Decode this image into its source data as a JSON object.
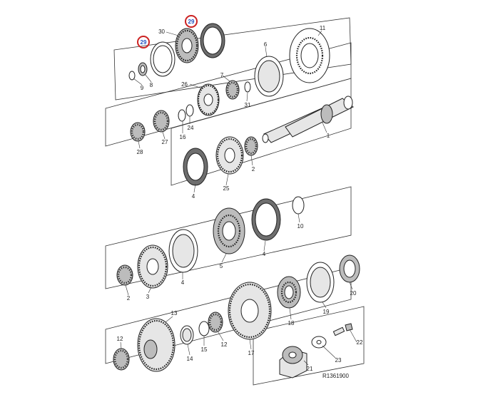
{
  "diagram": {
    "reference_code": "R1361900",
    "highlighted_callouts": [
      "29",
      "29"
    ],
    "highlight_color": "#cc2222",
    "callouts": [
      "30",
      "9",
      "8",
      "28",
      "26",
      "7",
      "6",
      "11",
      "31",
      "16",
      "24",
      "27",
      "28",
      "1",
      "2",
      "4",
      "25",
      "10",
      "4",
      "5",
      "4",
      "3",
      "2",
      "20",
      "19",
      "18",
      "13",
      "12",
      "14",
      "15",
      "12",
      "17",
      "21",
      "23",
      "22"
    ]
  }
}
